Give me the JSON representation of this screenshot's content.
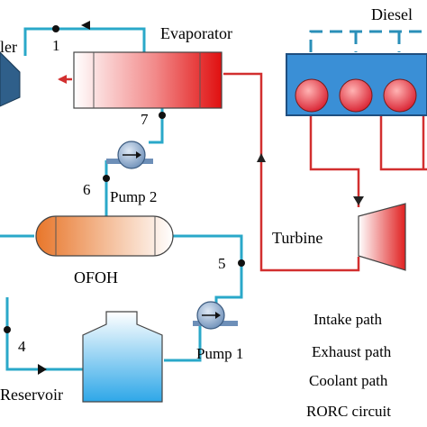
{
  "labels": {
    "cooler_partial": "ler",
    "evaporator": "Evaporator",
    "diesel": "Diesel",
    "pump2": "Pump 2",
    "pump1": "Pump 1",
    "turbine": "Turbine",
    "ofoh": "OFOH",
    "reservoir": "Reservoir"
  },
  "state_points": [
    "1",
    "7",
    "6",
    "5",
    "4"
  ],
  "legend": [
    {
      "label": "Intake path",
      "color": "#1f77b4"
    },
    {
      "label": "Exhaust path",
      "color": "#d62728"
    },
    {
      "label": "Coolant path",
      "color": "#2a8fb8"
    },
    {
      "label": "RORC circuit",
      "color": "#2aa8c9"
    }
  ],
  "colors": {
    "rorc_line": "#2aa8c9",
    "exhaust_line": "#d22f2f",
    "intake_line": "#2a8fb8",
    "engine_fill": "#3a8fd6",
    "cylinder_fill": "#e63946"
  }
}
